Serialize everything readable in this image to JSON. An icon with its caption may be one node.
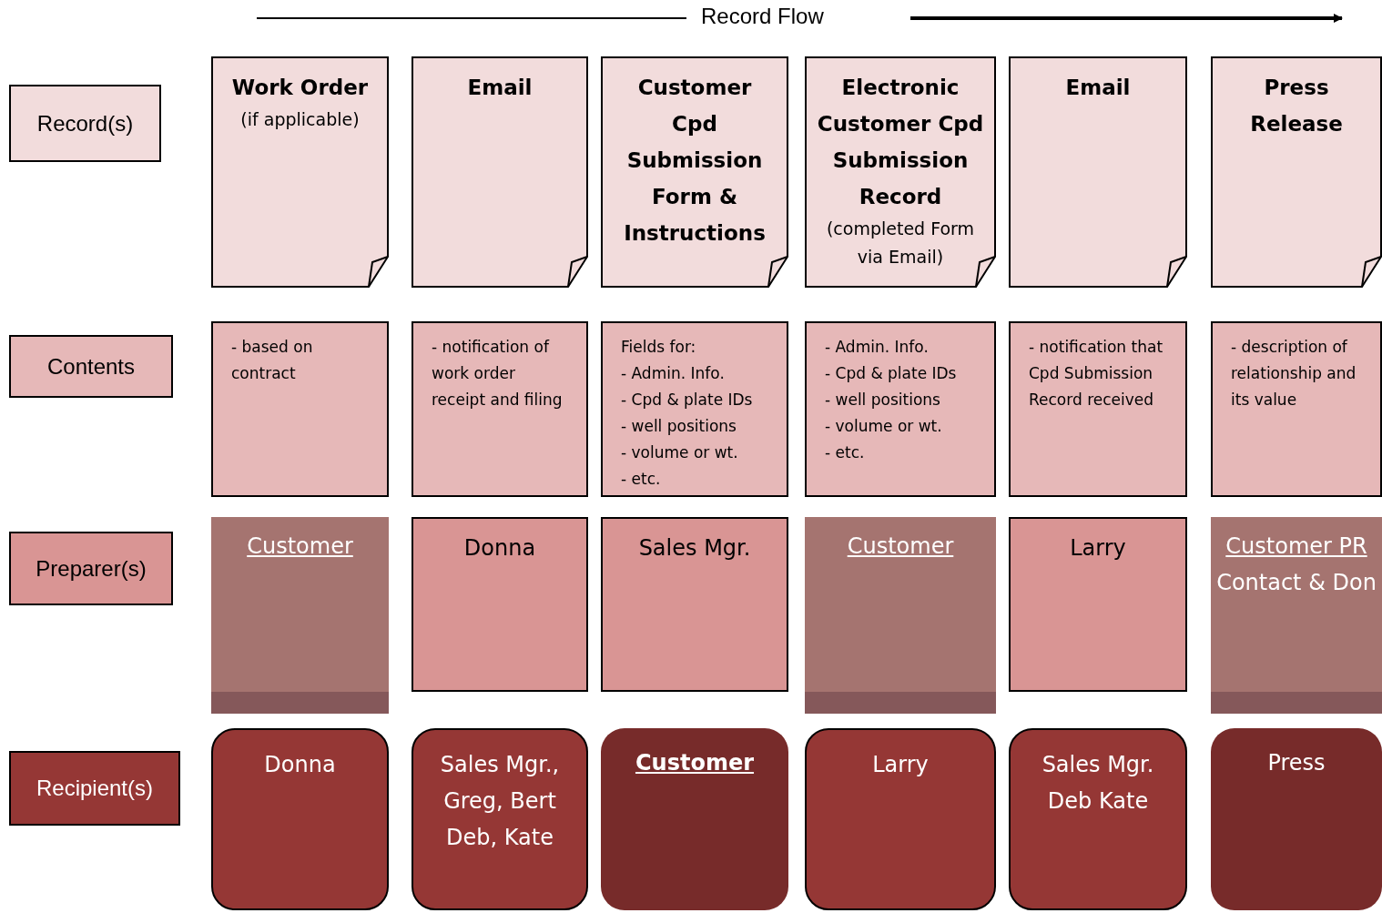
{
  "diagram": {
    "nodes": [
      {
        "text": [
          "Record(s)"
        ]
      },
      {
        "text": [
          "Work Order",
          "(if applicable)"
        ]
      },
      {
        "text": [
          "Email"
        ]
      },
      {
        "text": [
          "Customer Cpd Submission Form & Instructions"
        ]
      },
      {
        "text": [
          "Electronic Customer Cpd Submission Record",
          "(completed Form via Email)"
        ]
      },
      {
        "text": [
          "Email"
        ]
      },
      {
        "text": [
          "Press Release"
        ]
      },
      {
        "text": [
          "Contents"
        ]
      },
      {
        "text": [
          "- based on contract"
        ]
      },
      {
        "text": [
          "- notification of work order receipt and filing"
        ]
      },
      {
        "text": [
          "Fields for:",
          "- Admin. Info.",
          "- Cpd & plate IDs",
          "- well positions",
          "- volume or wt.",
          "- etc."
        ]
      },
      {
        "text": [
          "- Admin. Info.",
          "- Cpd & plate IDs",
          "- well positions",
          "- volume or wt.",
          "- etc."
        ]
      },
      {
        "text": [
          "- notification that Cpd Submission Record received"
        ]
      },
      {
        "text": [
          "- description of relationship and its value"
        ]
      },
      {
        "text": [
          "Preparer(s)"
        ]
      },
      {
        "text": [
          "Customer"
        ]
      },
      {
        "text": [
          "Donna"
        ]
      },
      {
        "text": [
          "Sales Mgr."
        ]
      },
      {
        "text": [
          "Customer"
        ]
      },
      {
        "text": [
          "Larry"
        ]
      },
      {
        "text": [
          "Customer PR",
          "Contact & Don"
        ]
      },
      {
        "text": [
          "Recipient(s)"
        ]
      },
      {
        "text": [
          "Donna"
        ]
      },
      {
        "text": [
          "Sales Mgr., Greg, Bert Deb, Kate"
        ]
      },
      {
        "text": [
          "Customer"
        ]
      },
      {
        "text": [
          "Larry"
        ]
      },
      {
        "text": [
          "Sales Mgr. Deb Kate"
        ]
      },
      {
        "text": [
          "Press"
        ]
      }
    ],
    "labels": [
      "Record Flow"
    ]
  }
}
